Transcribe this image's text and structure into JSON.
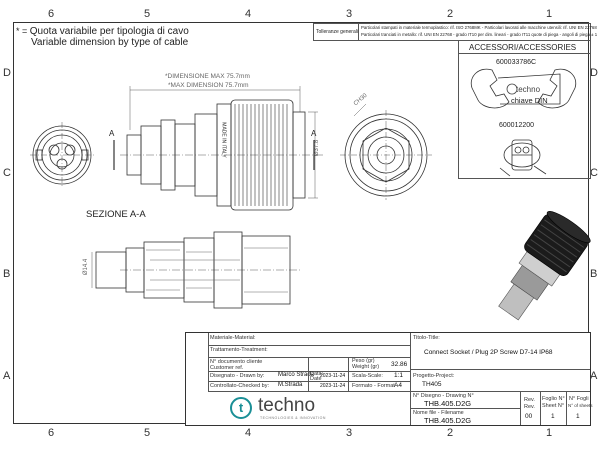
{
  "zones_top": [
    "6",
    "5",
    "4",
    "3",
    "2",
    "1"
  ],
  "zones_bottom": [
    "6",
    "5",
    "4",
    "3",
    "2",
    "1"
  ],
  "zones_left": [
    "D",
    "C",
    "B",
    "A"
  ],
  "zones_right": [
    "D",
    "C",
    "B",
    "A"
  ],
  "note": {
    "symbol": "* =",
    "line1": "Quota variabile per tipologia di cavo",
    "line2": "Variable dimension by type of cable"
  },
  "tolerances": {
    "label": "Tolleranze  generali",
    "line1": "Particolari stampati in materiale termoplastico: rif. ISO 2768MK - Particolari lavorati alle macchine utensili: rif. UNI EN 22768",
    "line2": "Particolari tranciati in metallo: rif. UNI EN 22768 - grado IT10 per dim. lineari - grado IT11 quote di piega - angoli di piega ± 1"
  },
  "accessories": {
    "title": "ACCESSORI/ACCESSORIES",
    "item1_code": "600033786C",
    "item1_text": "chiave DIN",
    "item1_brand": "techno",
    "item2_code": "600012200"
  },
  "dimensions": {
    "overall": "*DIMENSIONE MAX 75.7mm",
    "overall_en": "*MAX DIMENSION 75.7mm",
    "diameter": "Ø37.8",
    "chamfer": "CH30",
    "cable": "Ø14.4",
    "section_mark": "A",
    "section_label": "SEZIONE A-A",
    "body_text": "MADE IN ITALY"
  },
  "title_block": {
    "material_label": "Materiale-Material:",
    "treatment_label": "Trattamento-Treatment:",
    "customer_ref_label": "N° documento cliente",
    "customer_ref_label2": "Customer ref.",
    "drawn_label": "Disegnato - Drawn by:",
    "drawn_value": "Marco Strada",
    "checked_label": "Controllato-Checked by:",
    "checked_value": "M.Strada",
    "date_label": "Data:",
    "date_label2": "Date",
    "date1": "2023-11-24",
    "date2": "2023-11-24",
    "weight_label": "Peso (gr)",
    "weight_label2": "Weight (gr)",
    "weight_value": "32.86",
    "scale_label": "Scala-Scale:",
    "scale_value": "1:1",
    "format_label": "Formato - Format",
    "format_value": "A4",
    "title_label": "Titolo-Title:",
    "title_value": "Connect Socket / Plug 2P Screw D7-14 IP68",
    "project_label": "Progetto-Project:",
    "project_value": "TH405",
    "drawing_label": "N° Disegno - Drawing N°",
    "drawing_value": "THB.405.D2G",
    "file_label": "Nome file - Filename",
    "file_value": "THB.405.D2G",
    "rev_label": "Rev.",
    "rev_label2": "Rev.",
    "rev_value": "00",
    "sheet_label": "Foglio N°",
    "sheet_label2": "Sheet N°",
    "sheet_value": "1",
    "sheets_label": "N° Fogli",
    "sheets_label2": "N° of sheets",
    "sheets_value": "1",
    "logo_text": "techno",
    "logo_tagline": "TECHNOLOGIES & INNOVATION",
    "logo_color": "#1a8f96"
  }
}
